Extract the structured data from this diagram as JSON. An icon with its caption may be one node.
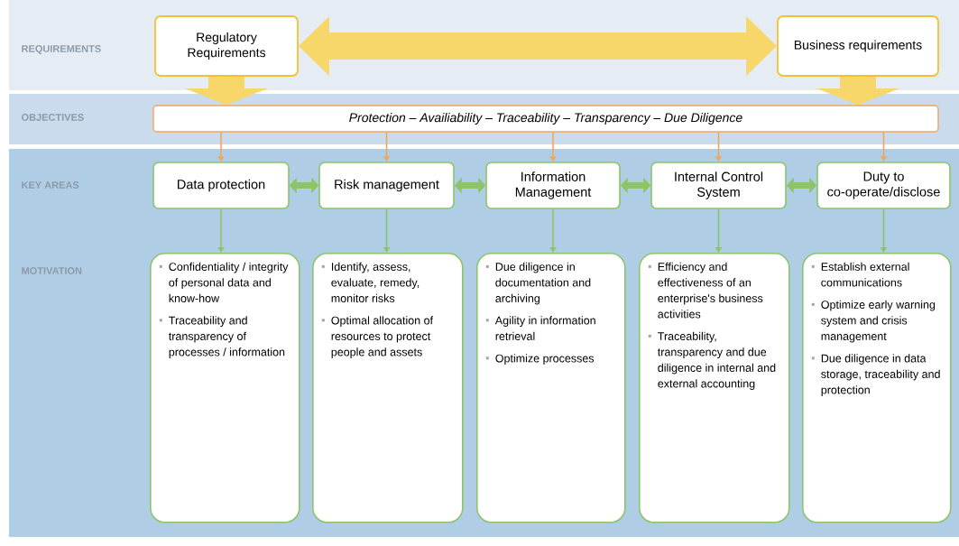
{
  "diagram": {
    "nodes": [
      {
        "text": [
          "Regulatory Requirements"
        ]
      },
      {
        "text": [
          "Business requirements"
        ]
      },
      {
        "text": [
          "Protection – Availiability – Traceability – Transparency – Due Diligence"
        ]
      },
      {
        "text": [
          "Data protection"
        ]
      },
      {
        "text": [
          "Risk management"
        ]
      },
      {
        "text": [
          "Information Management"
        ]
      },
      {
        "text": [
          "Internal Control System"
        ]
      },
      {
        "text": [
          "Duty to co-operate/disclose"
        ]
      },
      {
        "text": [
          "Confidentiality / integrity of personal data and know-how",
          "Traceability and transparency of processes / information"
        ]
      },
      {
        "text": [
          "Identify, assess, evaluate, remedy, monitor risks",
          "Optimal allocation of resources to protect people and assets"
        ]
      },
      {
        "text": [
          "Due diligence in documentation and archiving",
          "Agility in information retrieval",
          "Optimize processes"
        ]
      },
      {
        "text": [
          "Efficiency and effectiveness of an enterprise's business activities",
          "Traceability, transparency and due diligence in internal and external accounting"
        ]
      },
      {
        "text": [
          "Establish external communications",
          "Optimize early warning system and crisis management",
          "Due diligence in data storage, traceability and protection"
        ]
      }
    ],
    "edges": [
      {
        "from": 0,
        "to": 1,
        "arrow": "both",
        "style": "thick",
        "color": "#f7d66a"
      },
      {
        "from": 0,
        "to": 2,
        "arrow": "to",
        "style": "thick",
        "color": "#f7d66a"
      },
      {
        "from": 1,
        "to": 2,
        "arrow": "to",
        "style": "thick",
        "color": "#f7d66a"
      },
      {
        "from": 2,
        "to": 3,
        "arrow": "to",
        "color": "#f2a65a"
      },
      {
        "from": 2,
        "to": 4,
        "arrow": "to",
        "color": "#f2a65a"
      },
      {
        "from": 2,
        "to": 5,
        "arrow": "to",
        "color": "#f2a65a"
      },
      {
        "from": 2,
        "to": 6,
        "arrow": "to",
        "color": "#f2a65a"
      },
      {
        "from": 2,
        "to": 7,
        "arrow": "to",
        "color": "#f2a65a"
      },
      {
        "from": 3,
        "to": 4,
        "arrow": "both",
        "style": "thick"
      },
      {
        "from": 4,
        "to": 5,
        "arrow": "both",
        "style": "thick"
      },
      {
        "from": 5,
        "to": 6,
        "arrow": "both",
        "style": "thick"
      },
      {
        "from": 6,
        "to": 7,
        "arrow": "both",
        "style": "thick"
      },
      {
        "from": 3,
        "to": 8,
        "arrow": "to"
      },
      {
        "from": 4,
        "to": 9,
        "arrow": "to"
      },
      {
        "from": 5,
        "to": 10,
        "arrow": "to"
      },
      {
        "from": 6,
        "to": 11,
        "arrow": "to"
      },
      {
        "from": 7,
        "to": 12,
        "arrow": "to"
      }
    ],
    "labels": [
      "REQUIREMENTS",
      "OBJECTIVES",
      "KEY AREAS",
      "MOTIVATION"
    ]
  }
}
